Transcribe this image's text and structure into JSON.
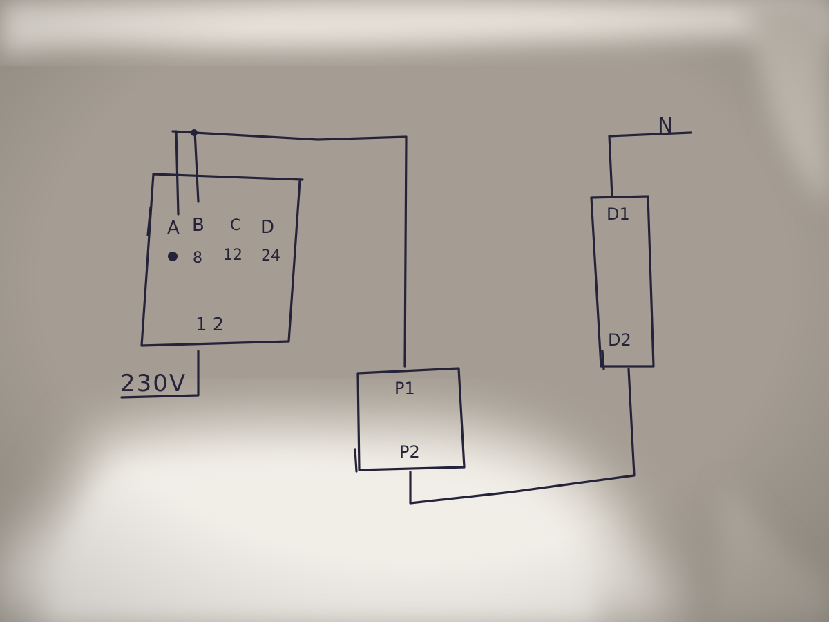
{
  "diagram": {
    "terminals": {
      "a": "A",
      "b": "B",
      "c": "C",
      "d": "D"
    },
    "values": {
      "b": "8",
      "c": "12",
      "d": "24"
    },
    "outputs": "1 2",
    "supply": "230V",
    "p_device": {
      "top": "P1",
      "bottom": "P2"
    },
    "d_device": {
      "top": "D1",
      "bottom": "D2"
    },
    "neutral": "N"
  },
  "colors": {
    "ink": "#25233a",
    "paper_light": "#efebe4",
    "paper_shadow": "#9c958b"
  }
}
